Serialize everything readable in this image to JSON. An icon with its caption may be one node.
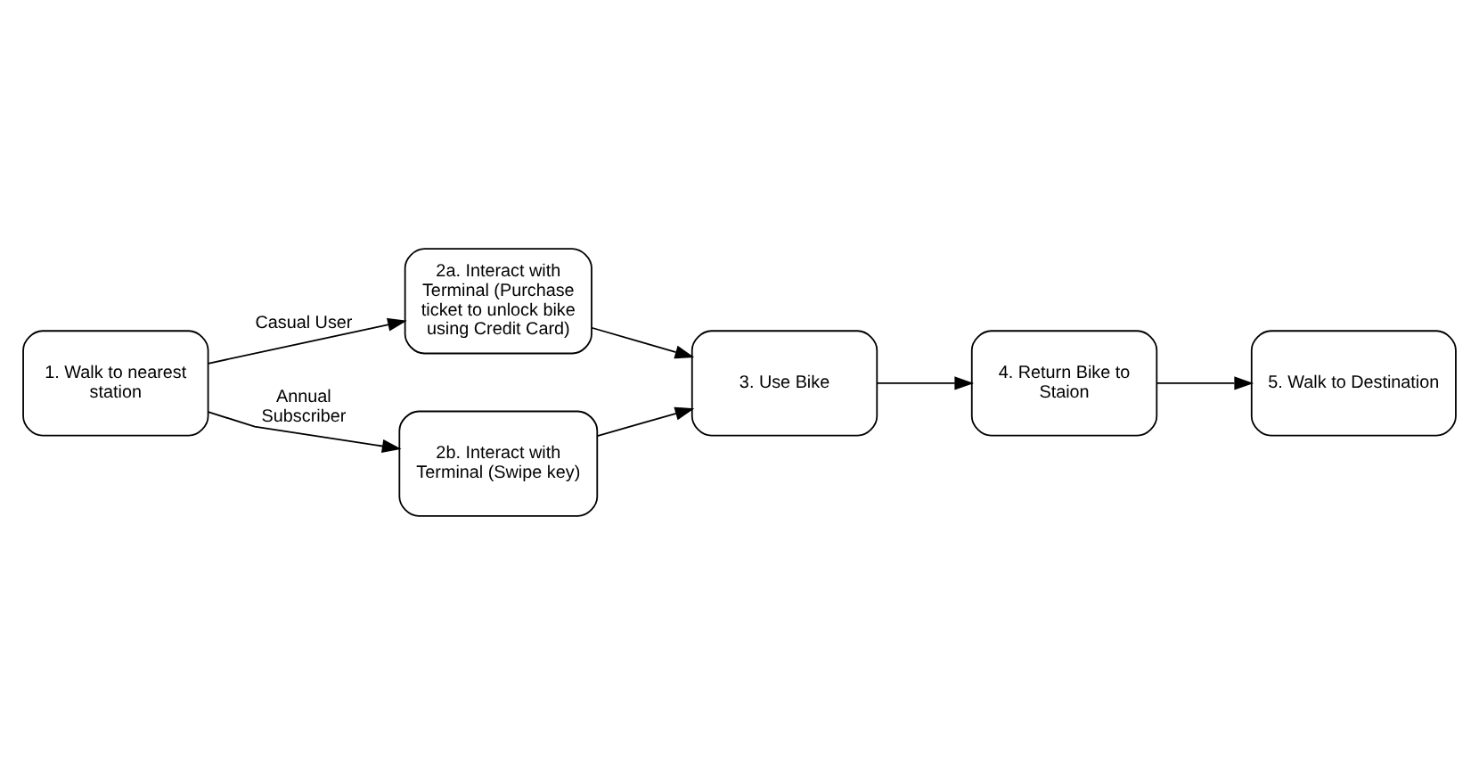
{
  "diagram": {
    "nodes": [
      {
        "text": [
          "1. Walk to nearest station"
        ]
      },
      {
        "text": [
          "2a. Interact with Terminal (Purchase ticket to unlock bike using Credit Card)"
        ]
      },
      {
        "text": [
          "2b. Interact with Terminal (Swipe key)"
        ]
      },
      {
        "text": [
          "3. Use Bike"
        ]
      },
      {
        "text": [
          "4. Return Bike to Staion"
        ]
      },
      {
        "text": [
          "5. Walk to Destination"
        ]
      }
    ],
    "edges": [
      {
        "from": 0,
        "to": 1,
        "arrow": "to",
        "label": "Casual User"
      },
      {
        "from": 0,
        "to": 2,
        "arrow": "to",
        "label": "Annual Subscriber"
      },
      {
        "from": 1,
        "to": 3,
        "arrow": "to"
      },
      {
        "from": 2,
        "to": 3,
        "arrow": "to"
      },
      {
        "from": 3,
        "to": 4,
        "arrow": "to"
      },
      {
        "from": 4,
        "to": 5,
        "arrow": "to"
      }
    ]
  }
}
